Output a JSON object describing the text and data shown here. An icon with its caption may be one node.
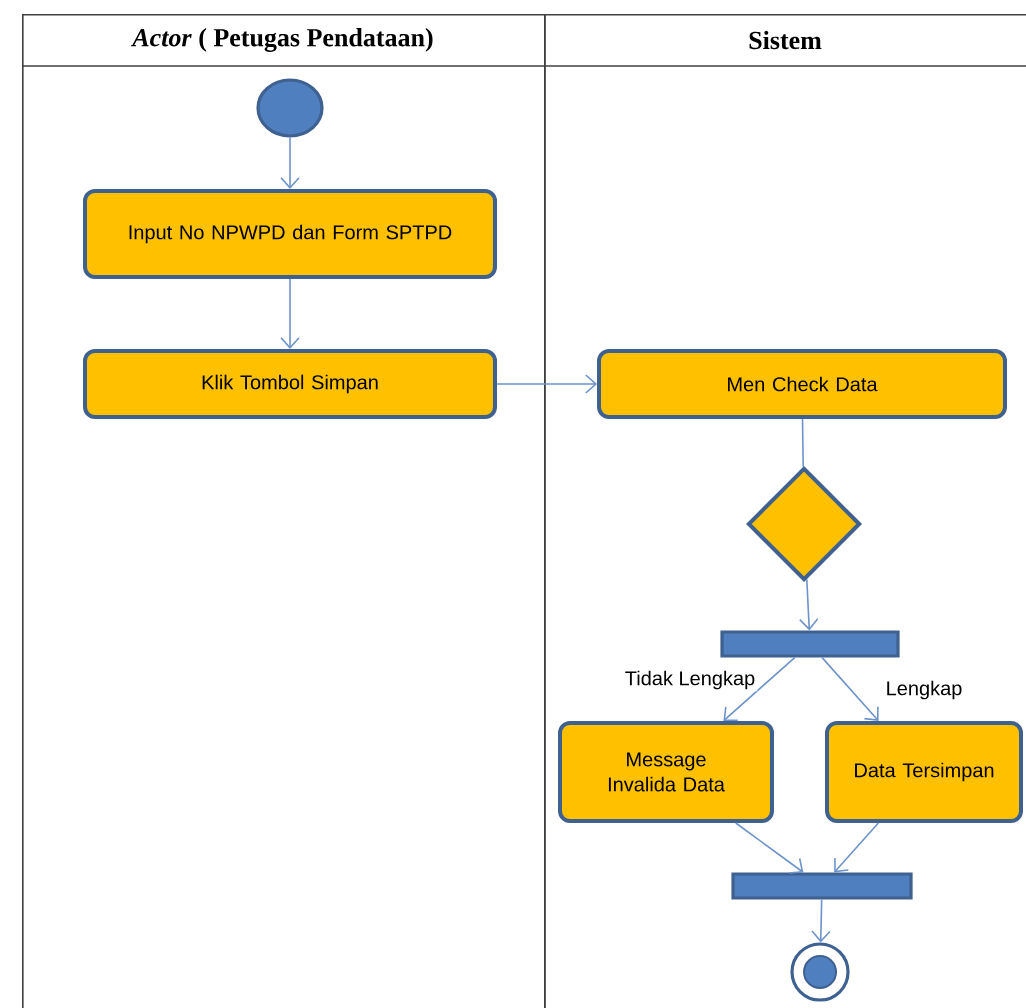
{
  "diagram": {
    "nodes": [
      {
        "text": [
          "*Actor* ( Petugas Pendataan)"
        ]
      },
      {
        "text": [
          "Sistem"
        ]
      },
      {
        "text": [],
        "shape": "circle",
        "in": 0
      },
      {
        "text": [
          "Input No NPWPD dan Form SPTPD"
        ],
        "in": 0
      },
      {
        "text": [
          "Klik Tombol Simpan"
        ],
        "in": 0
      },
      {
        "text": [
          "Men Check Data"
        ],
        "in": 1
      },
      {
        "text": [],
        "shape": "diamond",
        "in": 1
      },
      {
        "text": [],
        "shape": "bar",
        "in": 1
      },
      {
        "text": [
          "Message Invalida Data"
        ],
        "in": 1
      },
      {
        "text": [
          "Data Tersimpan"
        ],
        "in": 1
      },
      {
        "text": [],
        "shape": "bar",
        "in": 1
      },
      {
        "text": [],
        "shape": "bullseye",
        "in": 1
      }
    ],
    "edges": [
      {
        "from": 2,
        "to": 3,
        "arrow": "to"
      },
      {
        "from": 3,
        "to": 4,
        "arrow": "to"
      },
      {
        "from": 4,
        "to": 5,
        "arrow": "to"
      },
      {
        "from": 5,
        "to": 6,
        "arrow": "none"
      },
      {
        "from": 6,
        "to": 7,
        "arrow": "to"
      },
      {
        "from": 7,
        "to": 8,
        "arrow": "to",
        "label": "Tidak Lengkap"
      },
      {
        "from": 7,
        "to": 9,
        "arrow": "to",
        "label": "Lengkap"
      },
      {
        "from": 8,
        "to": 10,
        "arrow": "to"
      },
      {
        "from": 9,
        "to": 10,
        "arrow": "to"
      },
      {
        "from": 10,
        "to": 11,
        "arrow": "to"
      }
    ]
  }
}
